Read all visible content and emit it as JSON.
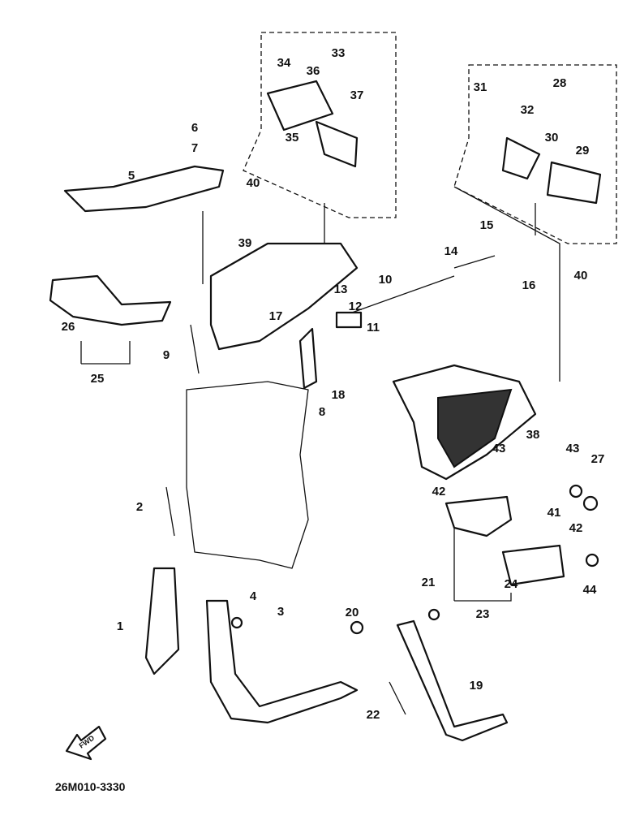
{
  "diagram_code": "26M010-3330",
  "fwd_arrow": "FWD",
  "callouts": [
    "33",
    "34",
    "36",
    "37",
    "35",
    "40",
    "6",
    "7",
    "5",
    "39",
    "26",
    "25",
    "9",
    "13",
    "12",
    "17",
    "10",
    "11",
    "14",
    "15",
    "16",
    "18",
    "8",
    "31",
    "32",
    "28",
    "30",
    "29",
    "40",
    "38",
    "43",
    "42",
    "43",
    "27",
    "41",
    "42",
    "24",
    "44",
    "23",
    "21",
    "20",
    "2",
    "4",
    "3",
    "1",
    "22",
    "19"
  ]
}
